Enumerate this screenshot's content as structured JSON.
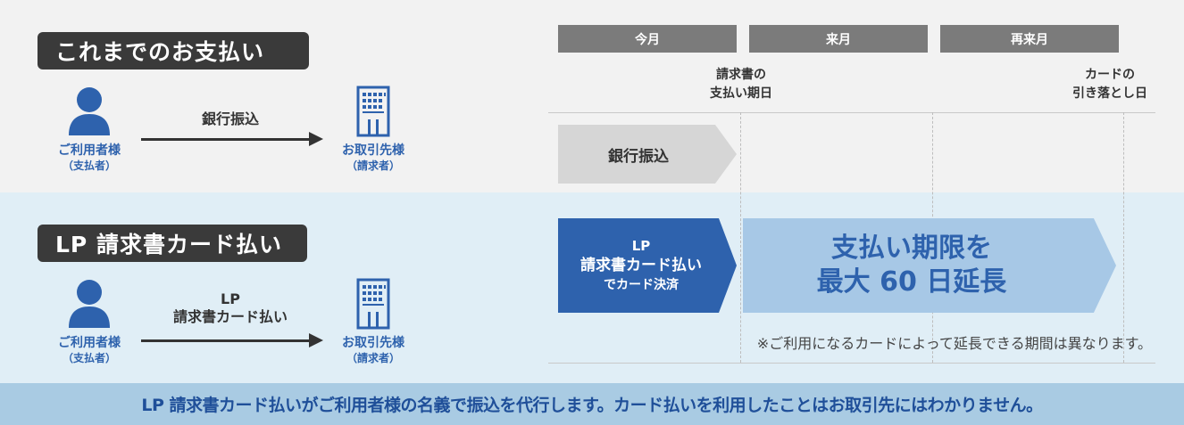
{
  "current_payment": {
    "title": "これまでのお支払い",
    "payer_label": "ご利用者様",
    "payer_sub": "（支払者）",
    "payee_label": "お取引先様",
    "payee_sub": "（請求者）",
    "method_label": "銀行振込"
  },
  "lp_payment": {
    "title": "LP 請求書カード払い",
    "payer_label": "ご利用者様",
    "payer_sub": "（支払者）",
    "payee_label": "お取引先様",
    "payee_sub": "（請求者）",
    "method_line1": "LP",
    "method_line2": "請求書カード払い"
  },
  "timeline": {
    "months": [
      "今月",
      "来月",
      "再来月"
    ],
    "milestone_invoice": [
      "請求書の",
      "支払い期日"
    ],
    "milestone_debit": [
      "カードの",
      "引き落とし日"
    ],
    "bank_transfer_label": "銀行振込",
    "lp_box": [
      "LP",
      "請求書カード払い",
      "でカード決済"
    ],
    "extension": [
      "支払い期限を",
      "最大 60 日延長"
    ],
    "note": "※ご利用になるカードによって延長できる期間は異なります。"
  },
  "footer": {
    "text": "LP 請求書カード払いがご利用者様の名義で振込を代行します。カード払いを利用したことはお取引先にはわかりません。"
  },
  "colors": {
    "brand_blue": "#2e62ad",
    "light_blue": "#a7c8e6",
    "band_blue": "#e0eef6",
    "footer_blue": "#a9cbe3",
    "dark_label": "#3a3a3a",
    "month_header": "#7b7b7b"
  },
  "icons": [
    "person-icon",
    "building-icon"
  ]
}
